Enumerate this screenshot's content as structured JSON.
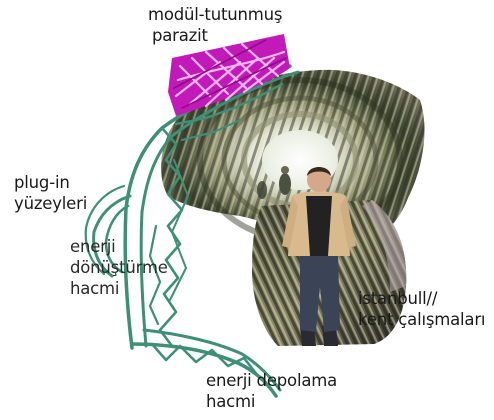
{
  "labels": {
    "parasite": {
      "line1": "modül-tutunmuş",
      "line2": "parazit"
    },
    "plugin": {
      "line1": "plug-in",
      "line2": "yüzeyleri"
    },
    "conversion": {
      "line1": "enerji",
      "line2": "dönüştürme",
      "line3": "hacmi"
    },
    "istanbul": {
      "line1": "istanbull//",
      "line2": "kent çalışmaları"
    },
    "storage": {
      "line1": "enerji depolama",
      "line2": "hacmi"
    }
  },
  "colors": {
    "frame": "#3d8f76",
    "parasite": "#c21ab8",
    "tunnel_dark": "#2f3a23",
    "tunnel_light": "#c9cba8"
  }
}
